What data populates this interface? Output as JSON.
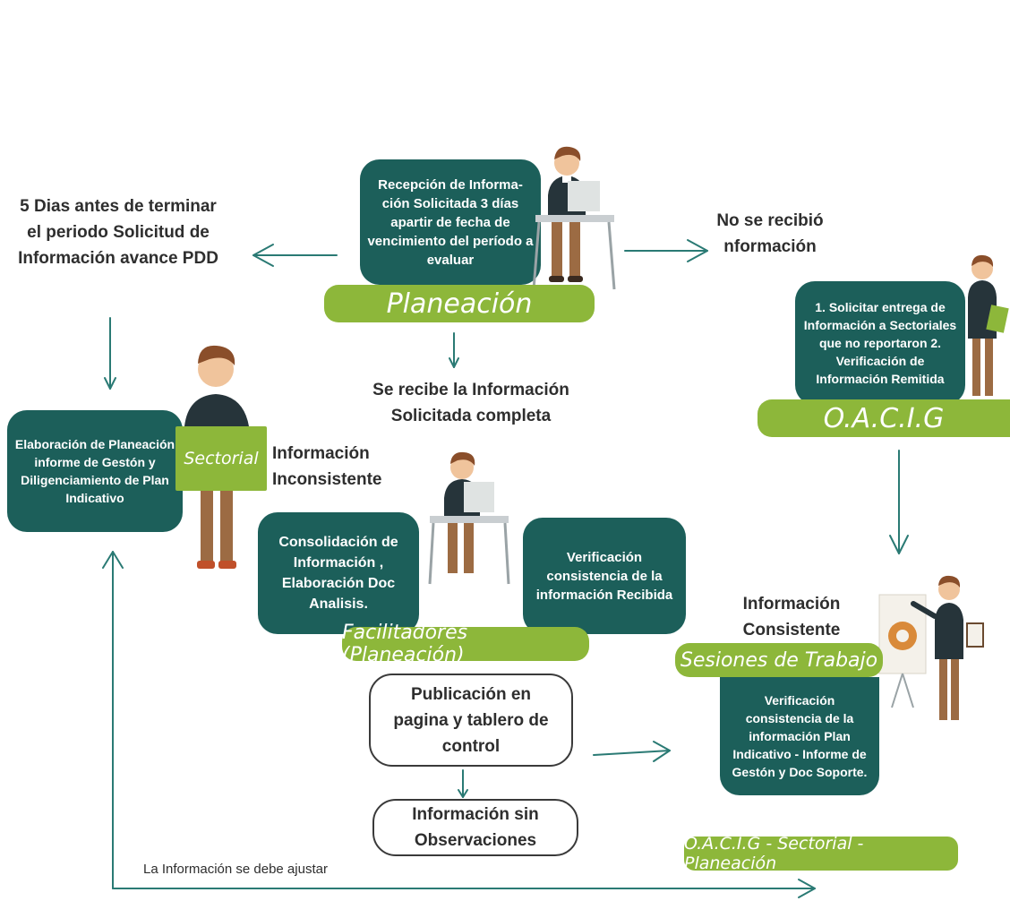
{
  "colors": {
    "teal": "#1c5f5a",
    "green": "#8db73a",
    "arrow": "#2a7a74",
    "text": "#2e2e2e"
  },
  "top_left_text": "5 Dias antes de terminar el periodo Solicitud de Información avance PDD",
  "reception_box": "Recepción de Informa- ción Solicitada 3 días apartir de fecha de vencimiento del período a evaluar",
  "planeacion_bar": "Planeación",
  "no_info_text": "No se recibió nformación",
  "oacig_box": "1. Solicitar entrega de Información a Sectoriales que no reportaron 2. Verificación de Información Remitida",
  "oacig_bar": "O.A.C.I.G",
  "se_recibe_text": "Se recibe la Información Solicitada completa",
  "sectorial_box": "Elaboración de Planeación informe de Gestón y Diligenciamiento de Plan Indicativo",
  "sectorial_bar": "Sectorial",
  "inconsistente_text": "Información Inconsistente",
  "consolidacion_box": "Consolidación de Información , Elaboración Doc Analisis.",
  "verificacion_box": "Verificación consistencia de la información Recibida",
  "facilitadores_bar": "Facilitadores (Planeación)",
  "consistente_text": "Información Consistente",
  "sesiones_bar": "Sesiones de Trabajo",
  "sesiones_box": "Verificación consistencia de la información Plan Indicativo - Informe de Gestón y Doc Soporte.",
  "publicacion_box": "Publicación en pagina y tablero de control",
  "sin_obs_box": "Información sin Observaciones",
  "footer_bar": "O.A.C.I.G - Sectorial - Planeación",
  "ajustar_text": "La Información se debe ajustar",
  "icons": [
    "person-desk-icon",
    "person-clipboard-icon",
    "person-holding-sign-icon",
    "person-presentation-icon"
  ]
}
